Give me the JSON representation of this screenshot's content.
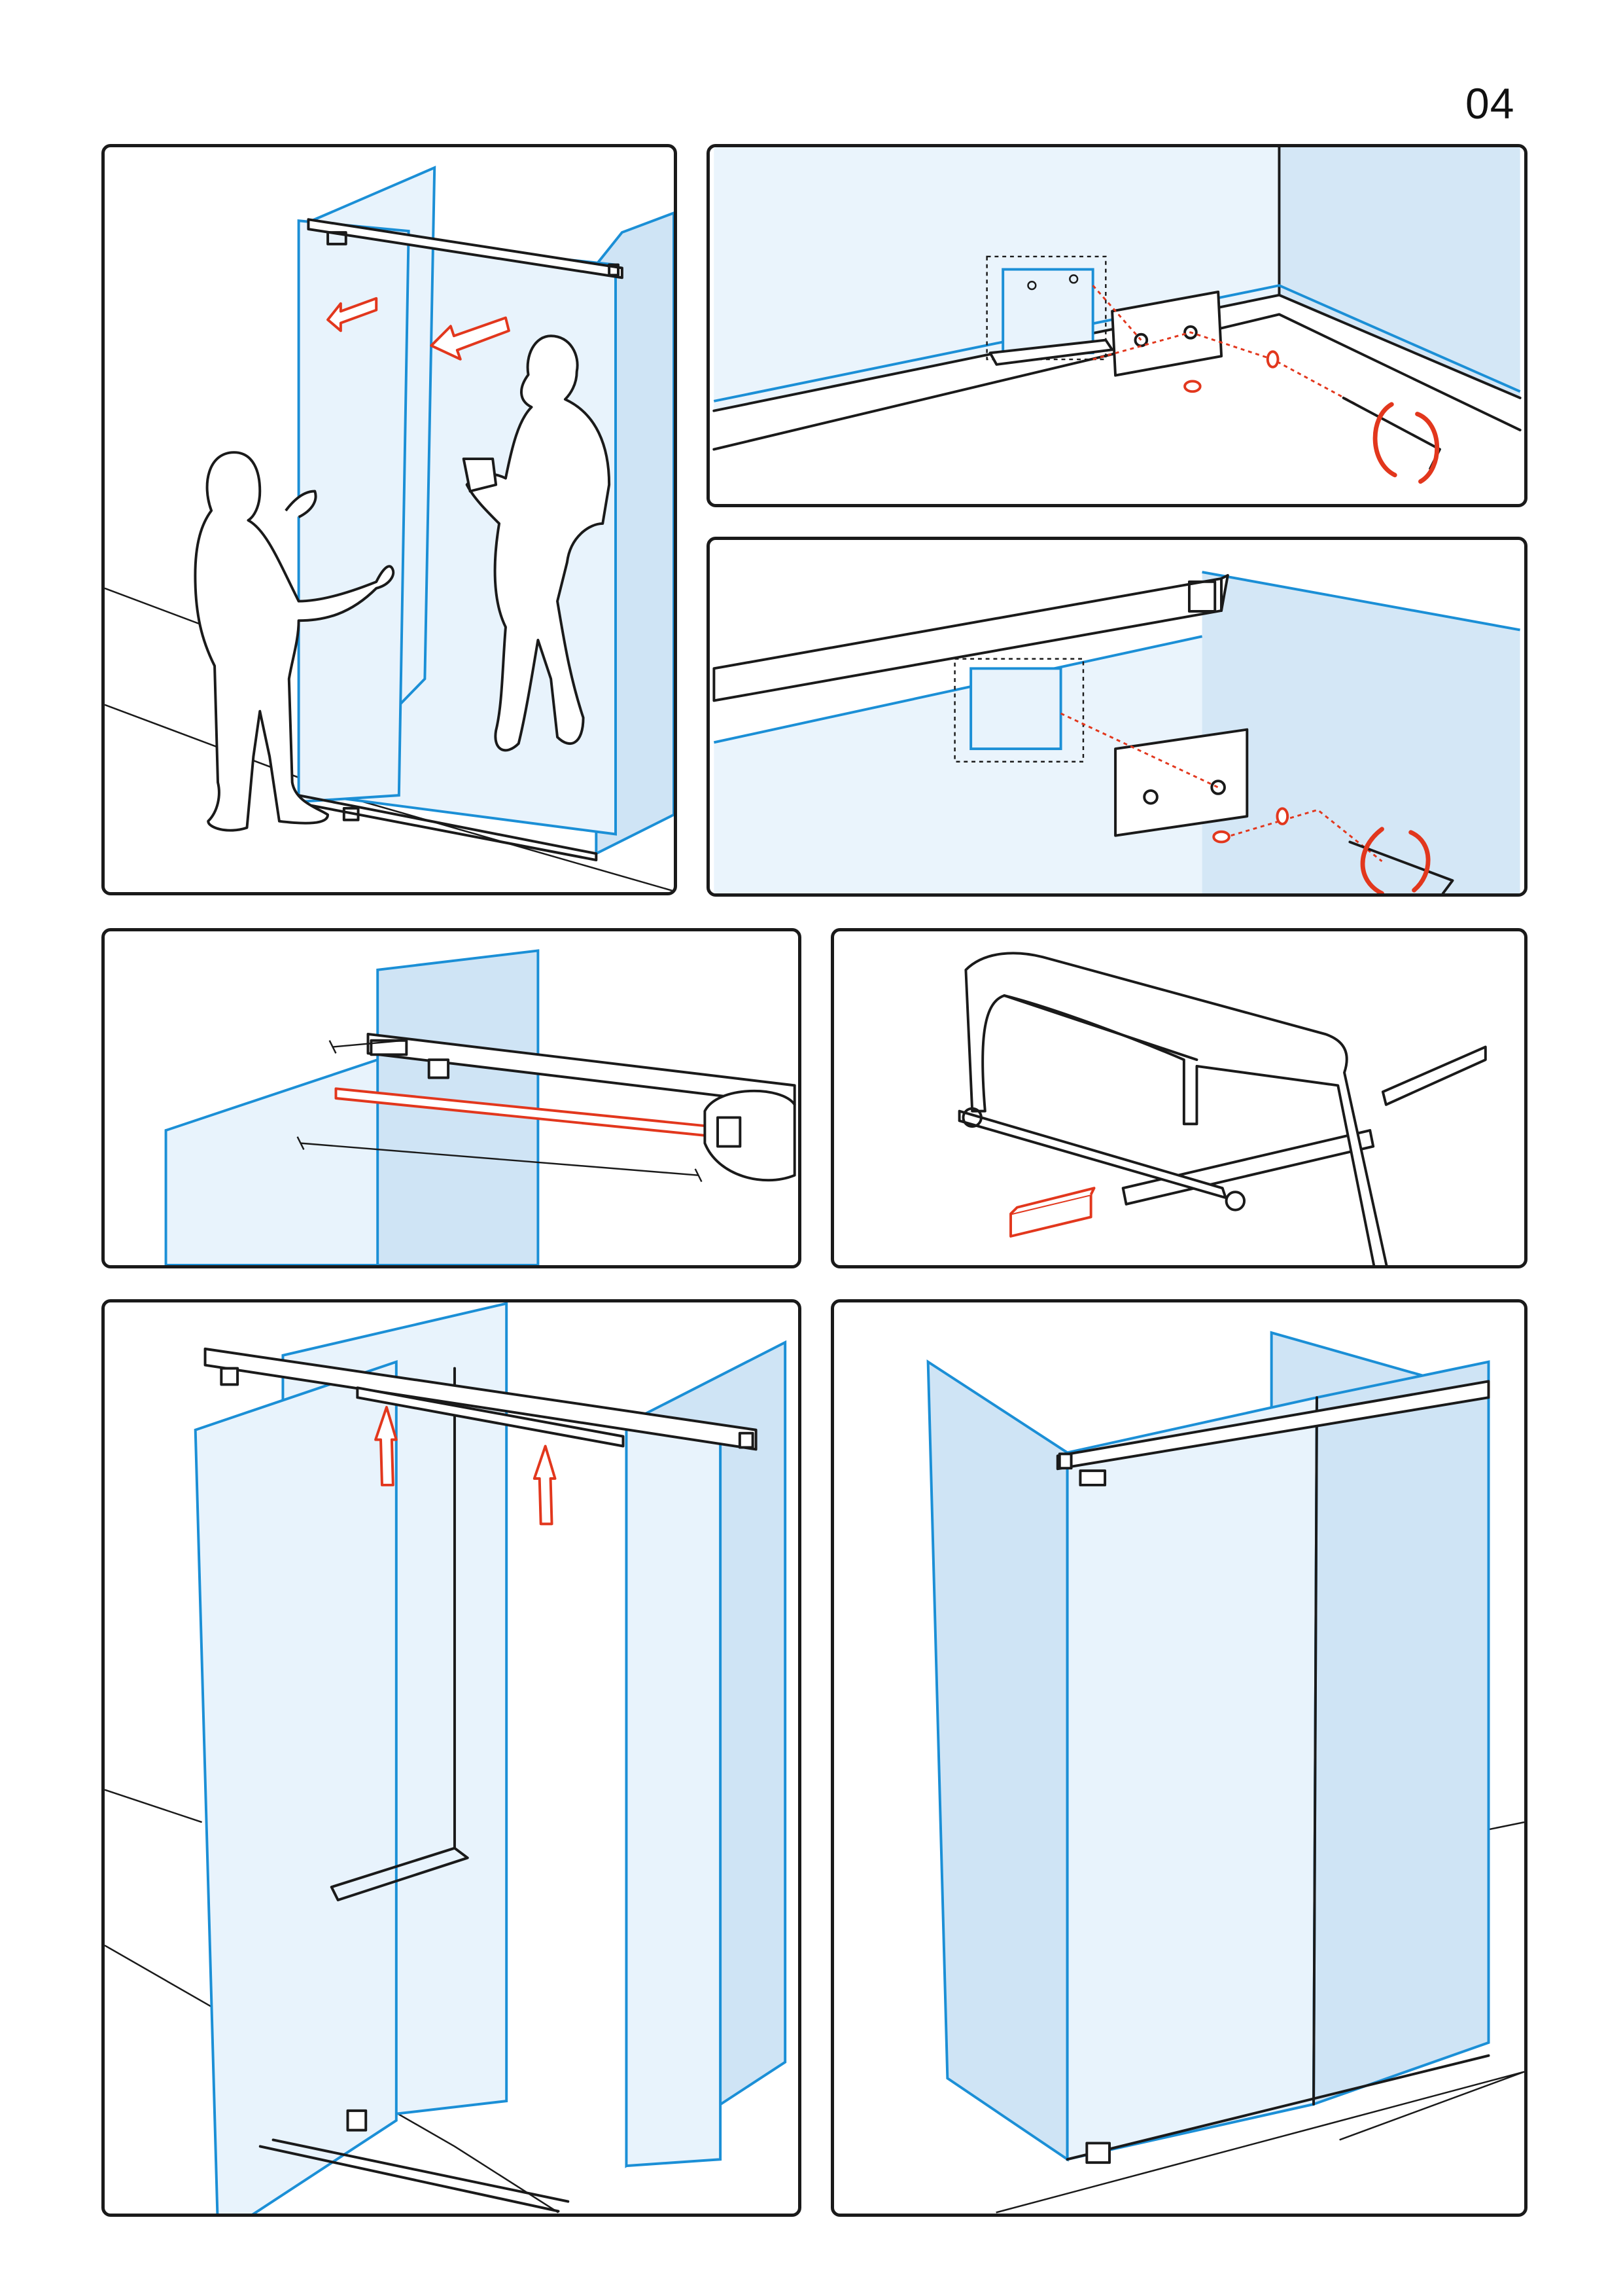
{
  "page": {
    "number": "04"
  },
  "panels": [
    {
      "id": "step-1",
      "illustration": "two-people-lifting-glass-door-into-enclosure"
    },
    {
      "id": "step-2",
      "illustration": "wall-bracket-fixing-with-hex-key"
    },
    {
      "id": "step-3",
      "illustration": "top-rail-bracket-fixing-with-hex-key"
    },
    {
      "id": "step-4",
      "illustration": "measuring-top-rail-with-tape-measure"
    },
    {
      "id": "step-5",
      "illustration": "cutting-rail-with-hacksaw"
    },
    {
      "id": "step-6",
      "illustration": "lifting-rail-onto-enclosure"
    },
    {
      "id": "step-7",
      "illustration": "finished-shower-enclosure"
    }
  ],
  "colors": {
    "glass_edge": "#1b8fd6",
    "glass_fill": "#e8f3fc",
    "accent_red": "#e2371d",
    "line": "#1a1a1a"
  },
  "icons": [
    "arrow-icon",
    "rotate-icon",
    "hex-key-icon",
    "tape-measure-icon",
    "hacksaw-icon",
    "screw-icon"
  ]
}
